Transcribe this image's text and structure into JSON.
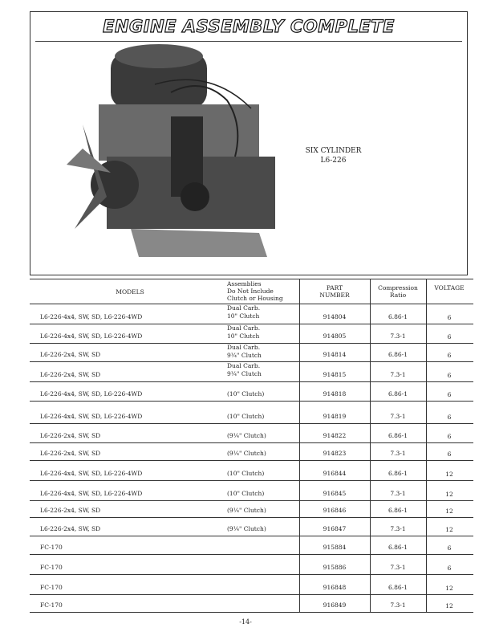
{
  "title": "ENGINE ASSEMBLY COMPLETE",
  "caption": {
    "line1": "SIX CYLINDER",
    "line2": "L6-226"
  },
  "table": {
    "headers": {
      "models": "MODELS",
      "assemblies": [
        "Assemblies",
        "Do Not Include",
        "Clutch or Housing"
      ],
      "part": [
        "PART",
        "NUMBER"
      ],
      "compression": [
        "Compression",
        "Ratio"
      ],
      "voltage": "VOLTAGE"
    },
    "rows": [
      {
        "model": "L6-226-4x4, SW, SD, L6-226-4WD",
        "note1": "Dual Carb.",
        "note2": "10\" Clutch",
        "part": "914804",
        "ratio": "6.86-1",
        "voltage": "6"
      },
      {
        "model": "L6-226-4x4, SW, SD, L6-226-4WD",
        "note1": "Dual Carb.",
        "note2": "10\" Clutch",
        "part": "914805",
        "ratio": "7.3-1",
        "voltage": "6"
      },
      {
        "model": "L6-226-2x4, SW, SD",
        "note1": "Dual Carb.",
        "note2": "9¼\" Clutch",
        "part": "914814",
        "ratio": "6.86-1",
        "voltage": "6"
      },
      {
        "model": "L6-226-2x4, SW, SD",
        "note1": "Dual Carb.",
        "note2": "9¼\" Clutch",
        "part": "914815",
        "ratio": "7.3-1",
        "voltage": "6"
      },
      {
        "model": "L6-226-4x4, SW, SD, L6-226-4WD",
        "note": "(10\" Clutch)",
        "part": "914818",
        "ratio": "6.86-1",
        "voltage": "6"
      },
      {
        "model": "L6-226-4x4, SW, SD, L6-226-4WD",
        "note": "(10\" Clutch)",
        "part": "914819",
        "ratio": "7.3-1",
        "voltage": "6"
      },
      {
        "model": "L6-226-2x4, SW, SD",
        "note": "(9¼\" Clutch)",
        "part": "914822",
        "ratio": "6.86-1",
        "voltage": "6"
      },
      {
        "model": "L6-226-2x4, SW, SD",
        "note": "(9¼\" Clutch)",
        "part": "914823",
        "ratio": "7.3-1",
        "voltage": "6"
      },
      {
        "model": "L6-226-4x4, SW, SD, L6-226-4WD",
        "note": "(10\" Clutch)",
        "part": "916844",
        "ratio": "6.86-1",
        "voltage": "12"
      },
      {
        "model": "L6-226-4x4, SW, SD, L6-226-4WD",
        "note": "(10\" Clutch)",
        "part": "916845",
        "ratio": "7.3-1",
        "voltage": "12"
      },
      {
        "model": "L6-226-2x4, SW, SD",
        "note": "(9¼\" Clutch)",
        "part": "916846",
        "ratio": "6.86-1",
        "voltage": "12"
      },
      {
        "model": "L6-226-2x4, SW, SD",
        "note": "(9¼\" Clutch)",
        "part": "916847",
        "ratio": "7.3-1",
        "voltage": "12"
      },
      {
        "model": "FC-170",
        "part": "915884",
        "ratio": "6.86-1",
        "voltage": "6"
      },
      {
        "model": "FC-170",
        "part": "915886",
        "ratio": "7.3-1",
        "voltage": "6"
      },
      {
        "model": "FC-170",
        "part": "916848",
        "ratio": "6.86-1",
        "voltage": "12"
      },
      {
        "model": "FC-170",
        "part": "916849",
        "ratio": "7.3-1",
        "voltage": "12"
      }
    ]
  },
  "page_number": "-14-"
}
